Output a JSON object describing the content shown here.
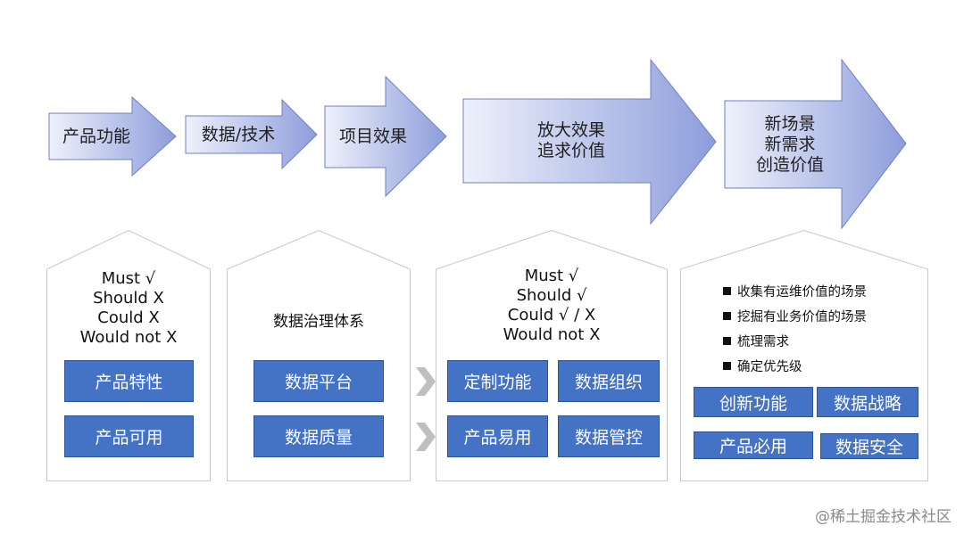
{
  "colors": {
    "box_fill": "#4472c4",
    "box_border": "#2f5597",
    "arrow_light": "#eef1fb",
    "arrow_dark": "#8d9ddb",
    "house_border": "#c9c9c9",
    "chevron": "#bfbfbf"
  },
  "flow": [
    {
      "lines": [
        "产品功能"
      ]
    },
    {
      "lines": [
        "数据/技术"
      ]
    },
    {
      "lines": [
        "项目效果"
      ]
    },
    {
      "lines": [
        "放大效果",
        "追求价值"
      ]
    },
    {
      "lines": [
        "新场景",
        "新需求",
        "创造价值"
      ]
    }
  ],
  "houses": [
    {
      "lines": [
        "Must  √",
        "Should  X",
        "Could  X",
        "Would not  X"
      ],
      "boxes": [
        "产品特性",
        "产品可用"
      ]
    },
    {
      "title": "数据治理体系",
      "boxes": [
        "数据平台",
        "数据质量"
      ]
    },
    {
      "lines": [
        "Must  √",
        "Should √",
        "Could √ / X",
        "Would not  X"
      ],
      "boxes": [
        "定制功能",
        "数据组织",
        "产品易用",
        "数据管控"
      ]
    },
    {
      "bullets": [
        "收集有运维价值的场景",
        "挖掘有业务价值的场景",
        "梳理需求",
        "确定优先级"
      ],
      "boxes": [
        "创新功能",
        "数据战略",
        "产品必用",
        "数据安全"
      ]
    }
  ],
  "watermark": "@稀土掘金技术社区"
}
